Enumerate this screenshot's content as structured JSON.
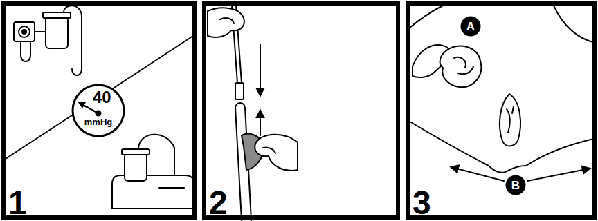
{
  "diagram": {
    "nodes": [
      {
        "text": [
          "1"
        ]
      },
      {
        "text": [
          "40",
          "mmHg"
        ],
        "in": 0
      },
      {
        "text": [
          "2"
        ]
      },
      {
        "text": [
          "3"
        ]
      },
      {
        "text": [
          "A"
        ],
        "in": 3
      },
      {
        "text": [
          "B"
        ],
        "in": 3
      }
    ]
  }
}
